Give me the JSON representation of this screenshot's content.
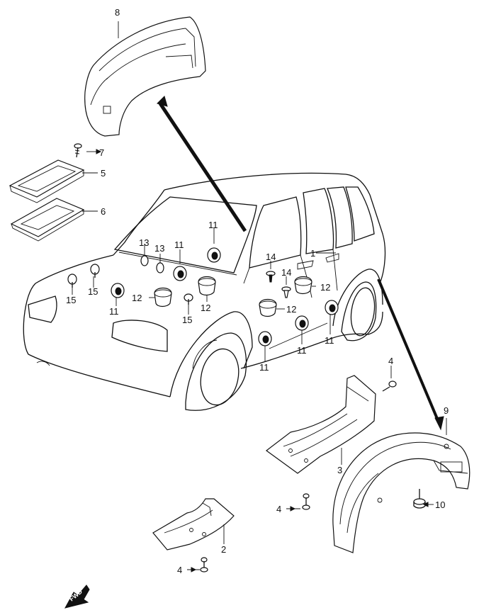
{
  "callouts": {
    "p1": "1",
    "p2": "2",
    "p3": "3",
    "p4": "4",
    "p5": "5",
    "p6": "6",
    "p7": "7",
    "p8": "8",
    "p9": "9",
    "p10": "10",
    "p11": "11",
    "p12": "12",
    "p13": "13",
    "p14": "14",
    "p15": "15"
  },
  "direction_arrow": {
    "label": "FWD",
    "icon": "fwd-arrow-icon"
  }
}
